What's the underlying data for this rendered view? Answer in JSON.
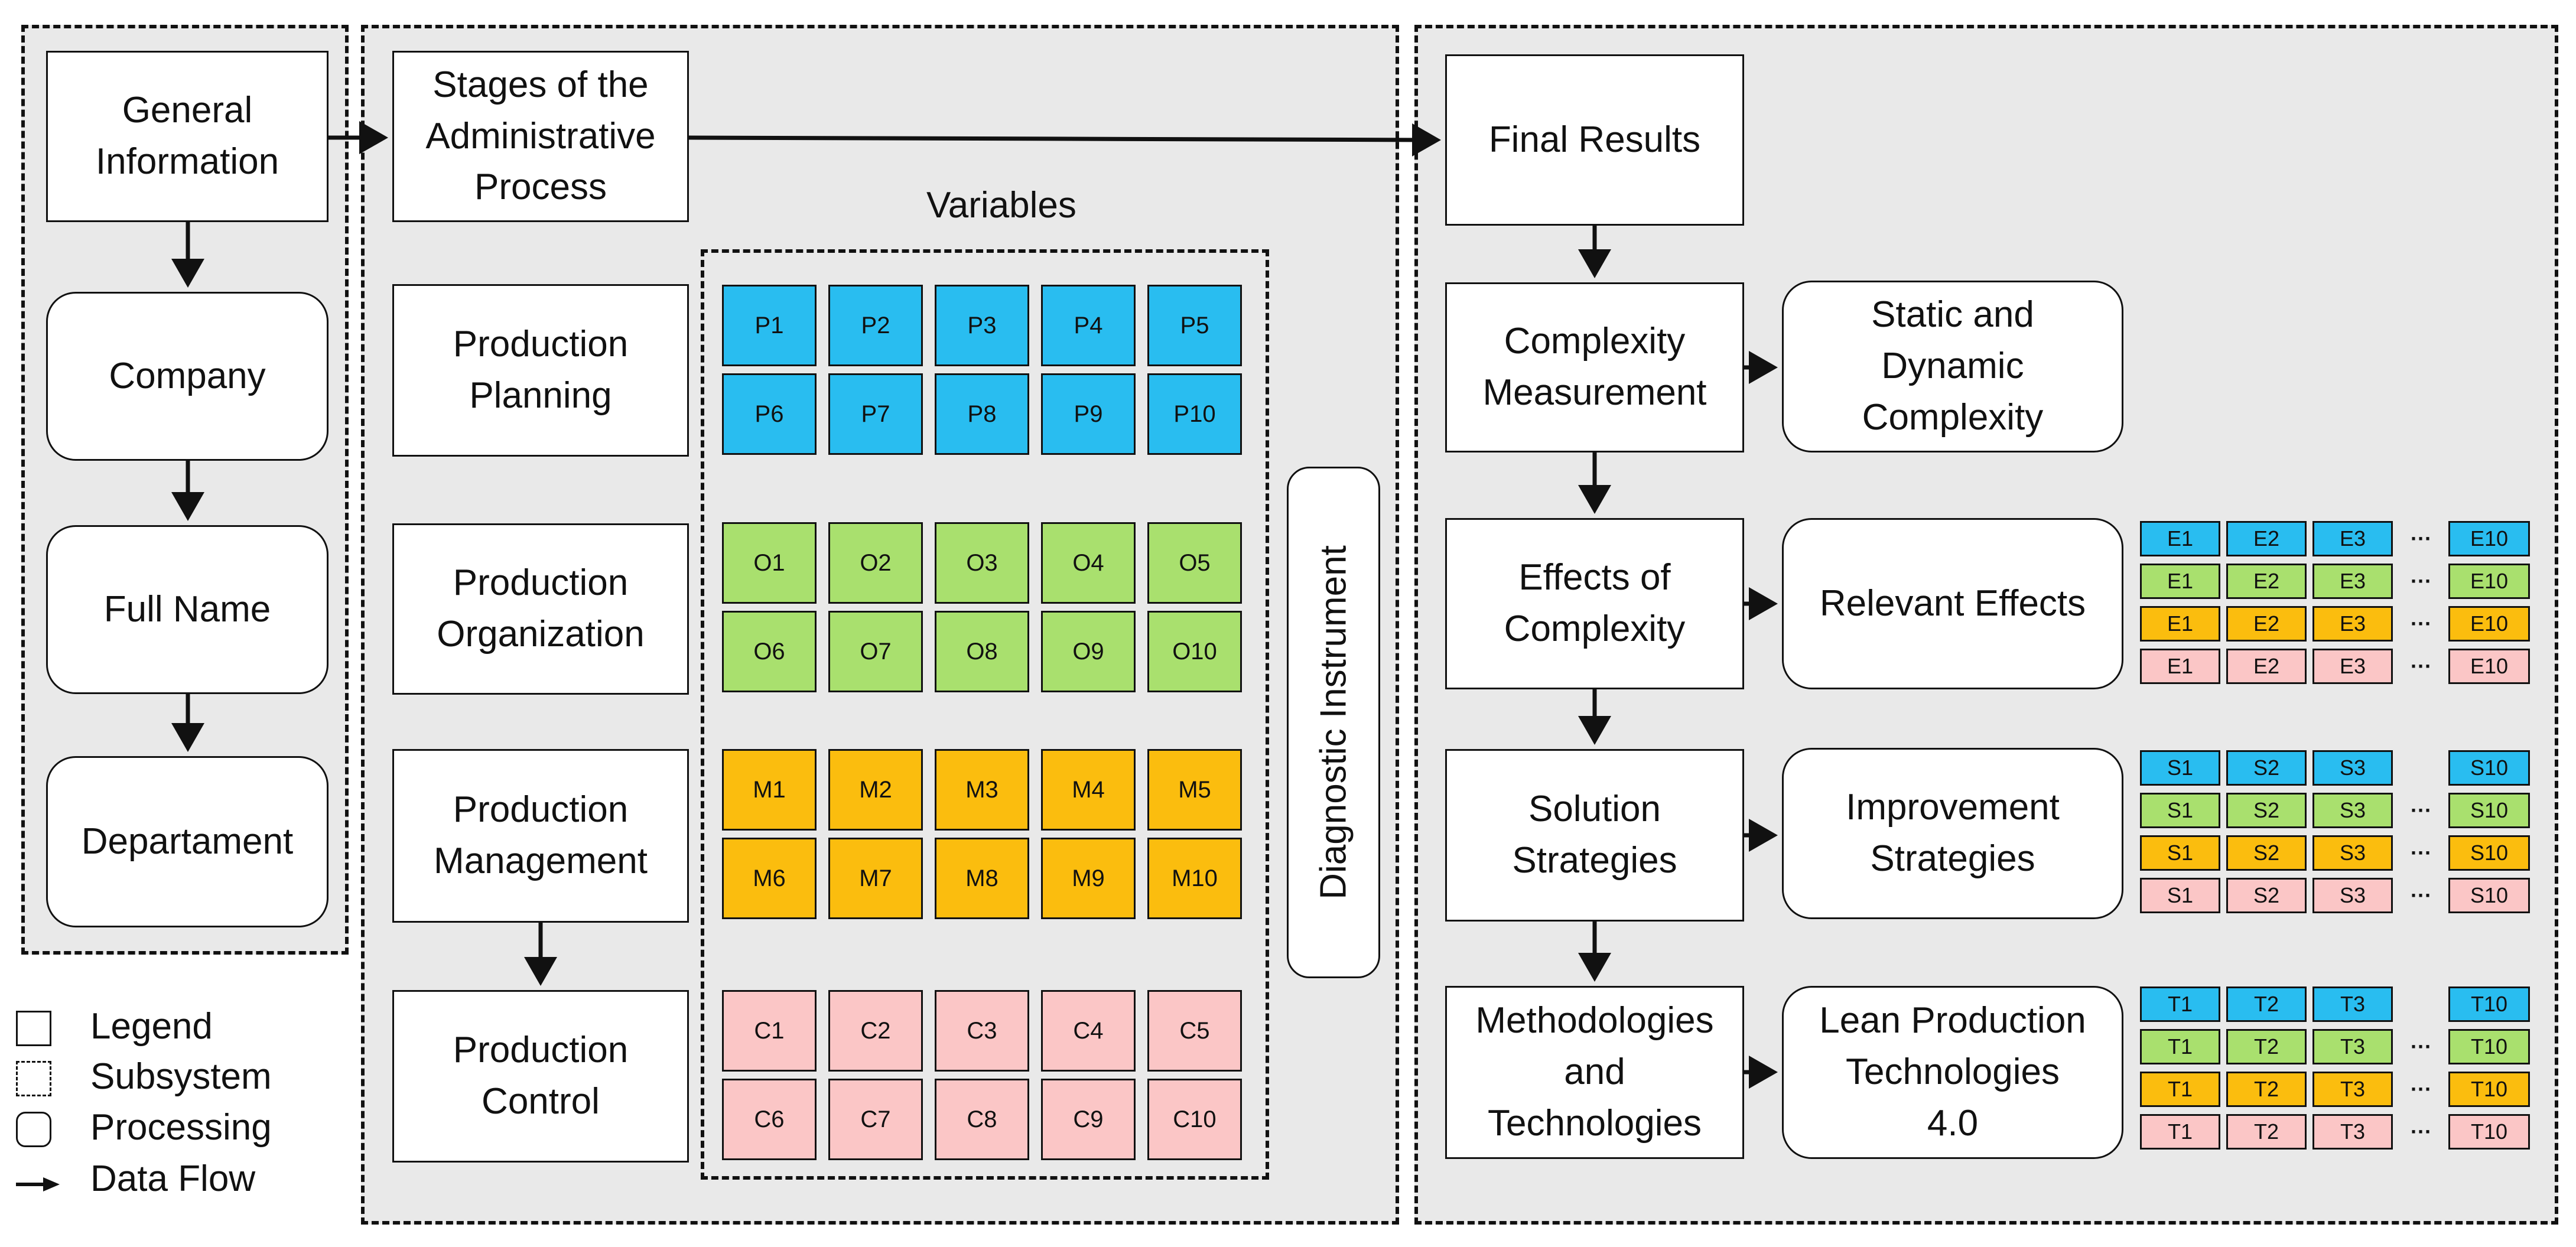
{
  "colors": {
    "panel": "#e9e9e9",
    "planning": "#29bdf0",
    "organization": "#a9e06e",
    "management": "#fbbd0e",
    "control": "#fbc6c6"
  },
  "left": {
    "general_information": "General\nInformation",
    "company": "Company",
    "full_name": "Full Name",
    "department": "Departament"
  },
  "middle": {
    "stages": "Stages of the\nAdministrative\nProcess",
    "variables_title": "Variables",
    "planning": "Production\nPlanning",
    "organization": "Production\nOrganization",
    "management": "Production\nManagement",
    "control": "Production\nControl",
    "diagnostic": "Diagnostic Instrument",
    "planning_vars": [
      "P1",
      "P2",
      "P3",
      "P4",
      "P5",
      "P6",
      "P7",
      "P8",
      "P9",
      "P10"
    ],
    "organization_vars": [
      "O1",
      "O2",
      "O3",
      "O4",
      "O5",
      "O6",
      "O7",
      "O8",
      "O9",
      "O10"
    ],
    "management_vars": [
      "M1",
      "M2",
      "M3",
      "M4",
      "M5",
      "M6",
      "M7",
      "M8",
      "M9",
      "M10"
    ],
    "control_vars": [
      "C1",
      "C2",
      "C3",
      "C4",
      "C5",
      "C6",
      "C7",
      "C8",
      "C9",
      "C10"
    ]
  },
  "right": {
    "final_results": "Final Results",
    "complexity_measurement": "Complexity\nMeasurement",
    "static_dynamic": "Static and\nDynamic\nComplexity",
    "effects": "Effects of\nComplexity",
    "relevant_effects": "Relevant Effects",
    "solution": "Solution\nStrategies",
    "improvement": "Improvement\nStrategies",
    "methodologies": "Methodologies\nand\nTechnologies",
    "lean": "Lean Production\nTechnologies\n4.0",
    "ellipsis": "···",
    "effects_grid": [
      "E1",
      "E2",
      "E3",
      "E10"
    ],
    "strategies_grid": [
      "S1",
      "S2",
      "S3",
      "S10"
    ],
    "technologies_grid": [
      "T1",
      "T2",
      "T3",
      "T10"
    ]
  },
  "legend": {
    "legend": "Legend",
    "subsystem": "Subsystem",
    "processing": "Processing",
    "data_flow": "Data Flow"
  }
}
